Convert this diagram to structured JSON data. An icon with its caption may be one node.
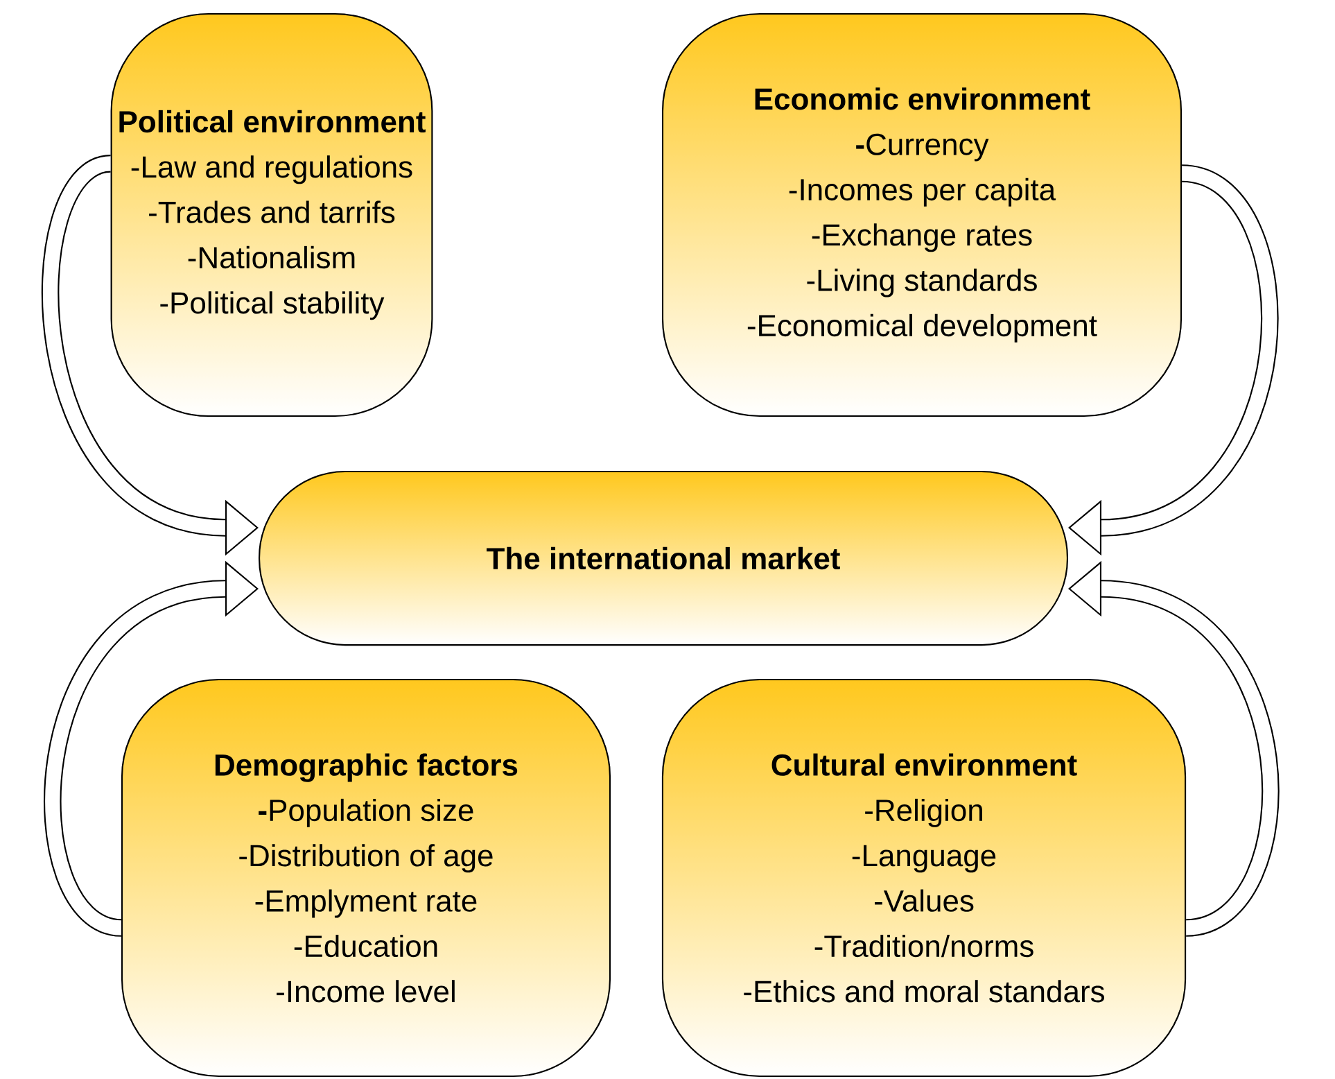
{
  "diagram": {
    "nodes": [
      {
        "text": [
          "Political environment",
          "-Law and regulations",
          "-Trades and tarrifs",
          "-Nationalism",
          "-Political stability"
        ]
      },
      {
        "text": [
          "Economic environment",
          "**-**Currency",
          "-Incomes per capita",
          "-Exchange rates",
          "-Living standards",
          "-Economical development"
        ]
      },
      {
        "text": [
          "The international market"
        ]
      },
      {
        "text": [
          "Demographic factors",
          "**-**Population size",
          "-Distribution of age",
          "-Emplyment rate",
          "-Education",
          "-Income level"
        ]
      },
      {
        "text": [
          "Cultural environment",
          "-Religion",
          "-Language",
          "-Values",
          "-Tradition/norms",
          "-Ethics and moral standars"
        ]
      }
    ],
    "edges": [
      {
        "from": 0,
        "to": 2,
        "arrow": "to"
      },
      {
        "from": 1,
        "to": 2,
        "arrow": "to"
      },
      {
        "from": 3,
        "to": 2,
        "arrow": "to"
      },
      {
        "from": 4,
        "to": 2,
        "arrow": "to"
      }
    ]
  }
}
